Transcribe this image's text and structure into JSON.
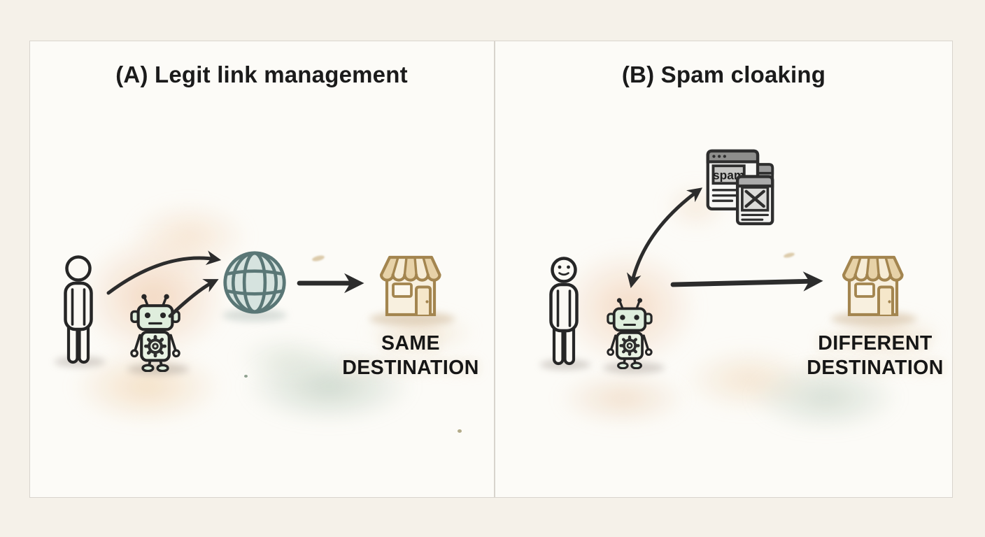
{
  "figure_type": "two-panel watercolor comparison diagram",
  "panels": {
    "a": {
      "title": "(A) Legit link management",
      "destination_line1": "SAME",
      "destination_line2": "DESTINATION",
      "icons": [
        "person-icon",
        "robot-icon",
        "curved-arrow-icon",
        "globe-icon",
        "arrow-icon",
        "storefront-icon"
      ]
    },
    "b": {
      "title": "(B) Spam cloaking",
      "spam_window_label": "spam",
      "destination_line1": "DIFFERENT",
      "destination_line2": "DESTINATION",
      "icons": [
        "person-smiling-icon",
        "robot-icon",
        "double-curved-arrow-icon",
        "spam-webpages-icon",
        "arrow-icon",
        "storefront-icon"
      ]
    }
  },
  "colors": {
    "canvas_background": "#f5f1e9",
    "panel_background": "#fcfbf7",
    "panel_border": "#d8d4cd",
    "ink": "#262626",
    "arrow": "#2c2c2c",
    "globe_stroke": "#5a7776",
    "globe_fill": "#d6e3df",
    "storefront_stroke": "#a3854f",
    "storefront_fill": "#f8f0df",
    "awning_stripe": "#e7d2a8",
    "robot_green": "#dfeedd",
    "spam_titlebar_gray": "#8e8e8c",
    "wash_peach": "#ecbc96",
    "wash_sage": "#a4baa8",
    "wash_tan": "#e8d5ae"
  }
}
